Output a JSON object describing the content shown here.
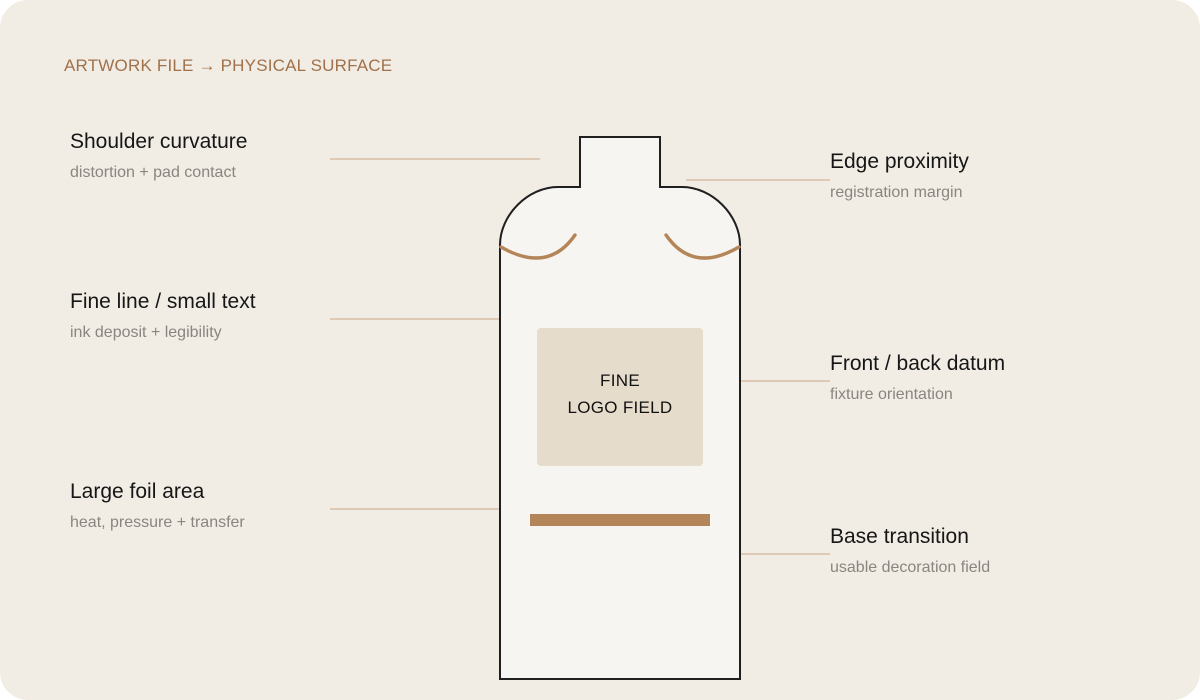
{
  "header": {
    "eyebrow": "ARTWORK FILE → PHYSICAL SURFACE"
  },
  "bottle": {
    "logo_field_line1": "FINE",
    "logo_field_line2": "LOGO FIELD"
  },
  "callouts": {
    "shoulder_curvature": {
      "title": "Shoulder curvature",
      "subtitle": "distortion + pad contact"
    },
    "fine_line": {
      "title": "Fine line / small text",
      "subtitle": "ink deposit + legibility"
    },
    "large_foil": {
      "title": "Large foil area",
      "subtitle": "heat, pressure + transfer"
    },
    "edge_proximity": {
      "title": "Edge proximity",
      "subtitle": "registration margin"
    },
    "front_back_datum": {
      "title": "Front / back datum",
      "subtitle": "fixture orientation"
    },
    "base_transition": {
      "title": "Base transition",
      "subtitle": "usable decoration field"
    }
  },
  "colors": {
    "background": "#f1ece4",
    "bottle_fill": "#f7f5f1",
    "accent_brown": "#b5855a",
    "logo_field_fill": "#e6dccb",
    "leader_line": "#d8bea3",
    "eyebrow_text": "#a0714a"
  }
}
